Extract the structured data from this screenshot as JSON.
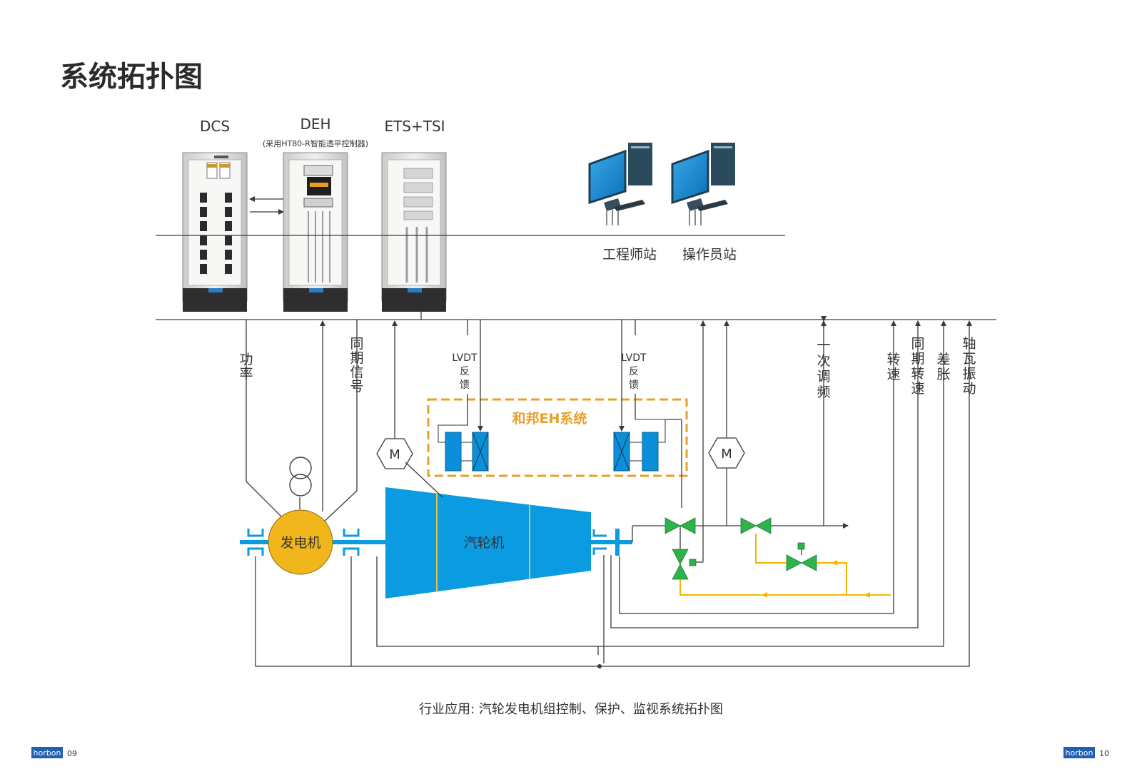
{
  "page": {
    "title": "系统拓扑图",
    "caption": "行业应用: 汽轮发电机组控制、保护、监视系统拓扑图"
  },
  "cabinets": {
    "dcs": {
      "label": "DCS"
    },
    "deh": {
      "label": "DEH",
      "sublabel": "(采用HT80-R智能透平控制器)"
    },
    "ets": {
      "label": "ETS+TSI"
    }
  },
  "workstations": {
    "engineer": "工程师站",
    "operator": "操作员站"
  },
  "equipment": {
    "generator": "发电机",
    "turbine": "汽轮机",
    "motor": "M",
    "eh_system": "和邦EH系统"
  },
  "signals": {
    "power": [
      "功",
      "率"
    ],
    "sync": [
      "同",
      "期",
      "信",
      "号"
    ],
    "lvdt_left": [
      "LVDT",
      "反",
      "馈"
    ],
    "lvdt_right": [
      "LVDT",
      "反",
      "馈"
    ],
    "freq": [
      "一",
      "次",
      "调",
      "频"
    ],
    "speed": [
      "转",
      "速"
    ],
    "sync_speed": [
      "同",
      "期",
      "转",
      "速"
    ],
    "diff_exp": [
      "差",
      "胀"
    ],
    "bearing_vib": [
      "轴",
      "瓦",
      "振",
      "动"
    ]
  },
  "footer": {
    "left": {
      "brand": "horbon",
      "page": "09"
    },
    "right": {
      "brand": "horbon",
      "page": "10"
    }
  },
  "colors": {
    "blue": "#0b9be0",
    "gold": "#f2b600",
    "green": "#2db34a",
    "actuator": "#0a8fd8",
    "text": "#333333"
  }
}
